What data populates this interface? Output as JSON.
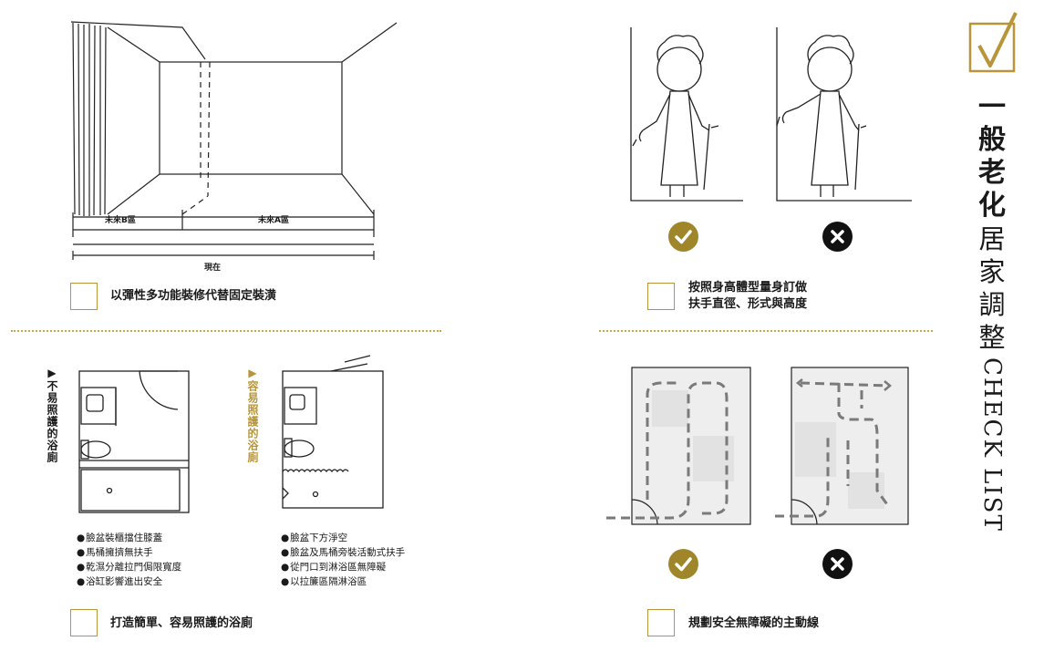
{
  "title": {
    "bold": [
      "一",
      "般",
      "老",
      "化"
    ],
    "light": [
      "居",
      "家",
      "調",
      "整"
    ],
    "latin": "CHECK LIST"
  },
  "section_room": {
    "label_b": "未來B區",
    "label_a": "未來A區",
    "label_now": "現在",
    "caption": "以彈性多功能裝修代替固定裝潢"
  },
  "section_handrail": {
    "caption_line1": "按照身高體型量身訂做",
    "caption_line2": "扶手直徑、形式與高度"
  },
  "section_bathroom": {
    "bad_title": "▶不易照護的浴廁",
    "good_title": "▶容易照護的浴廁",
    "bad_points": [
      "臉盆裝櫃擋住膝蓋",
      "馬桶擁擠無扶手",
      "乾濕分離拉門侷限寬度",
      "浴缸影響進出安全"
    ],
    "good_points": [
      "臉盆下方淨空",
      "臉盆及馬桶旁裝活動式扶手",
      "從門口到淋浴區無障礙",
      "以拉簾區隔淋浴區"
    ],
    "caption": "打造簡單、容易照護的浴廁"
  },
  "section_route": {
    "caption": "規劃安全無障礙的主動線"
  },
  "colors": {
    "accent": "#b8953a",
    "good": "#a0862a",
    "bad": "#111111"
  },
  "icons": [
    "check-badge-icon",
    "cross-badge-icon",
    "checkmark-box-icon"
  ]
}
